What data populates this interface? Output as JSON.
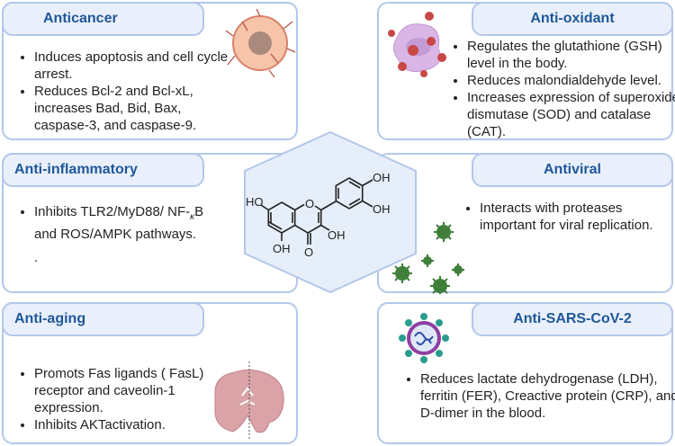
{
  "panels": {
    "anticancer": {
      "title": "Anticancer",
      "items": [
        "Induces apoptosis and cell cycle arrest.",
        " Reduces Bcl-2 and Bcl-xL, increases Bad, Bid, Bax, caspase-3, and caspase-9."
      ]
    },
    "antioxidant": {
      "title": "Anti-oxidant",
      "items": [
        "Regulates the glutathione (GSH) level in the body.",
        "Reduces malondialdehyde level.",
        "Increases expression of superoxide dismutase (SOD) and catalase (CAT)."
      ]
    },
    "antiinflammatory": {
      "title": "Anti-inflammatory",
      "item_pre": "Inhibits TLR2/MyD88/ NF-",
      "item_kappa": "κ",
      "item_post": "B and ROS/AMPK pathways.",
      "trailing": "."
    },
    "antiviral": {
      "title": "Antiviral",
      "items": [
        "Interacts with proteases important for viral replication."
      ]
    },
    "antiaging": {
      "title": "Anti-aging",
      "items": [
        "Promots Fas ligands ( FasL) receptor and caveolin-1 expression.",
        "Inhibits AKTactivation."
      ]
    },
    "antisars": {
      "title": "Anti-SARS-CoV-2",
      "items": [
        "Reduces lactate dehydrogenase (LDH), ferritin (FER), Creactive protein (CRP), and D-dimer in the blood."
      ]
    }
  },
  "molecule": {
    "labels": {
      "ho_left": "HO",
      "o_ring": "O",
      "oh_top": "OH",
      "oh_mid": "OH",
      "oh_c3": "OH",
      "oh_bottom": "OH",
      "o_keto": "O"
    }
  },
  "colors": {
    "border": "#b3c7ea",
    "header_fill": "#e9f0fb",
    "title": "#1f5799",
    "hexagon_fill": "#e6eefa",
    "virus_green": "#3f7f3a"
  }
}
